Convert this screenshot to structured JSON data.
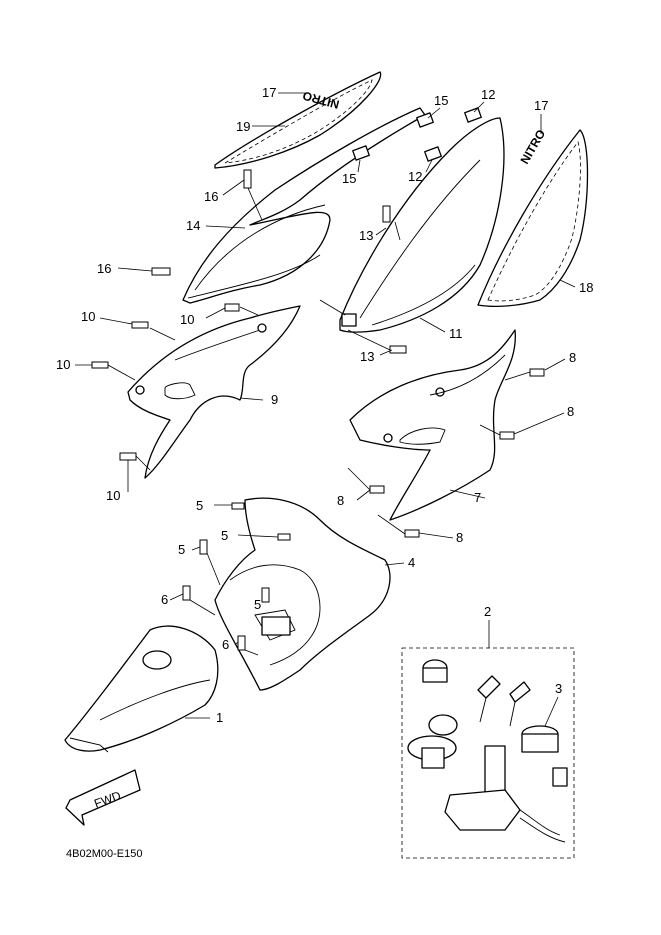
{
  "diagram_code": "4B02M00-E150",
  "decal_text": "NITRO",
  "fwd_arrow_text": "FWD",
  "callouts": {
    "c1": "1",
    "c2": "2",
    "c3": "3",
    "c4": "4",
    "c5a": "5",
    "c5b": "5",
    "c5c": "5",
    "c5d": "5",
    "c6a": "6",
    "c6b": "6",
    "c7": "7",
    "c8a": "8",
    "c8b": "8",
    "c8c": "8",
    "c8d": "8",
    "c9": "9",
    "c10a": "10",
    "c10b": "10",
    "c10c": "10",
    "c10d": "10",
    "c11": "11",
    "c12a": "12",
    "c12b": "12",
    "c13a": "13",
    "c13b": "13",
    "c14": "14",
    "c15a": "15",
    "c15b": "15",
    "c16a": "16",
    "c16b": "16",
    "c17a": "17",
    "c17b": "17",
    "c18": "18",
    "c19": "19"
  }
}
